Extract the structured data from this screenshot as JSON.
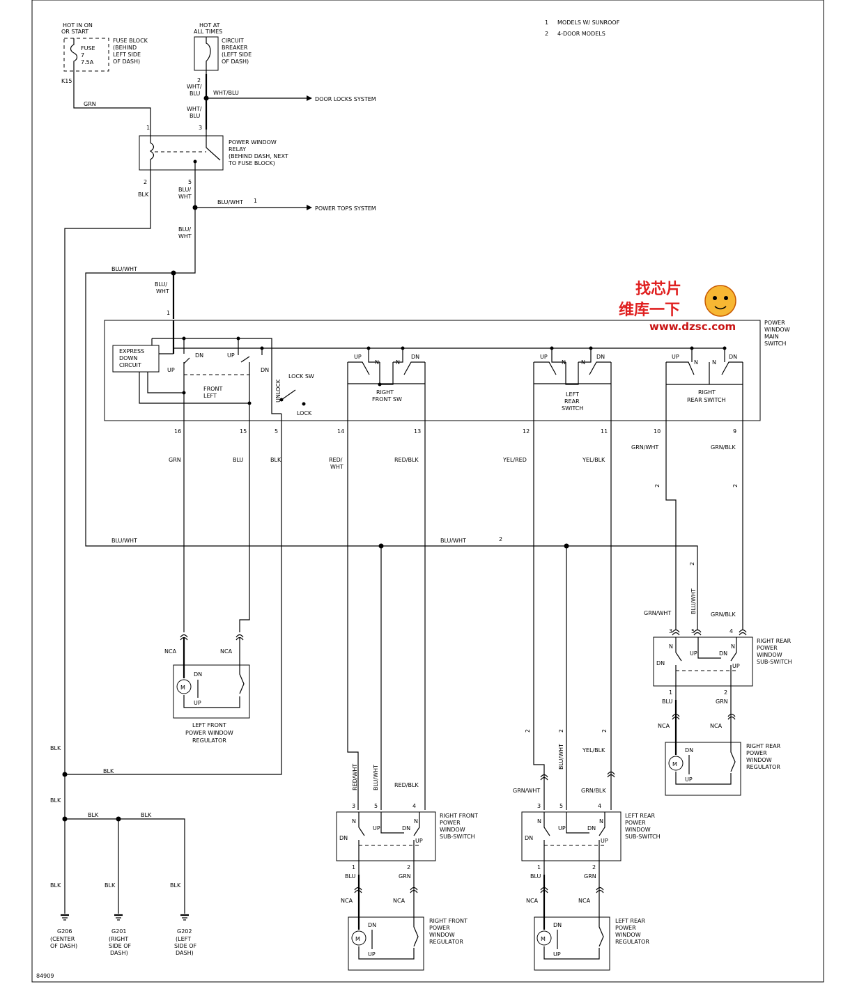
{
  "notes": {
    "n1_num": "1",
    "n1_text": "MODELS W/ SUNROOF",
    "n2_num": "2",
    "n2_text": "4-DOOR MODELS"
  },
  "fuse": {
    "hot1": "HOT IN ON",
    "hot2": "OR START",
    "label": "FUSE",
    "number": "7",
    "rating": "7.5A",
    "desc": [
      "FUSE BLOCK",
      "(BEHIND",
      "LEFT SIDE",
      "OF DASH)"
    ],
    "pin": "K15"
  },
  "breaker": {
    "hot1": "HOT AT",
    "hot2": "ALL TIMES",
    "desc": [
      "CIRCUIT",
      "BREAKER",
      "(LEFT SIDE",
      "OF DASH)"
    ]
  },
  "relay": {
    "desc": [
      "POWER WINDOW",
      "RELAY",
      "(BEHIND DASH, NEXT",
      "TO FUSE BLOCK)"
    ],
    "pins": [
      "1",
      "3",
      "2",
      "5"
    ]
  },
  "systems": {
    "door_locks": "DOOR LOCKS SYSTEM",
    "power_tops": "POWER TOPS SYSTEM"
  },
  "wire_labels": {
    "grn": "GRN",
    "blk": "BLK",
    "blu": "BLU",
    "wht_blu_a": "WHT/",
    "wht_blu_b": "BLU",
    "wht_blu": "WHT/BLU",
    "blu_wht_a": "BLU/",
    "blu_wht_b": "WHT",
    "blu_wht": "BLU/WHT",
    "red_wht_a": "RED/",
    "red_wht_b": "WHT",
    "red_wht": "RED/WHT",
    "red_blk": "RED/BLK",
    "yel_red": "YEL/RED",
    "yel_blk": "YEL/BLK",
    "grn_wht": "GRN/WHT",
    "grn_blk": "GRN/BLK",
    "note1": "1",
    "note2": "2"
  },
  "main_switch": {
    "desc": [
      "POWER",
      "WINDOW",
      "MAIN",
      "SWITCH"
    ],
    "express": [
      "EXPRESS",
      "DOWN",
      "CIRCUIT"
    ],
    "front_left": [
      "FRONT",
      "LEFT"
    ],
    "right_front": [
      "RIGHT",
      "FRONT SW"
    ],
    "left_rear": [
      "LEFT",
      "REAR",
      "SWITCH"
    ],
    "right_rear": [
      "RIGHT",
      "REAR SWITCH"
    ],
    "lock_sw": "LOCK SW",
    "unlock": "UNLOCK",
    "lock": "LOCK",
    "up": "UP",
    "dn": "DN",
    "n": "N",
    "pins": [
      "1",
      "16",
      "15",
      "5",
      "14",
      "13",
      "12",
      "11",
      "10",
      "9"
    ]
  },
  "lf_regulator": {
    "desc": [
      "LEFT FRONT",
      "POWER WINDOW",
      "REGULATOR"
    ],
    "nca": "NCA",
    "m": "M"
  },
  "rf_sub": {
    "desc": [
      "RIGHT FRONT",
      "POWER",
      "WINDOW",
      "SUB-SWITCH"
    ],
    "pins": [
      "3",
      "5",
      "4",
      "1",
      "2"
    ]
  },
  "lr_sub": {
    "desc": [
      "LEFT REAR",
      "POWER",
      "WINDOW",
      "SUB-SWITCH"
    ],
    "pins": [
      "3",
      "5",
      "4",
      "1",
      "2"
    ]
  },
  "rr_sub": {
    "desc": [
      "RIGHT REAR",
      "POWER",
      "WINDOW",
      "SUB-SWITCH"
    ],
    "pins": [
      "3",
      "5",
      "4",
      "1",
      "2"
    ]
  },
  "rf_regulator": {
    "desc": [
      "RIGHT FRONT",
      "POWER",
      "WINDOW",
      "REGULATOR"
    ]
  },
  "lr_regulator": {
    "desc": [
      "LEFT REAR",
      "POWER",
      "WINDOW",
      "REGULATOR"
    ]
  },
  "rr_regulator": {
    "desc": [
      "RIGHT REAR",
      "POWER",
      "WINDOW",
      "REGULATOR"
    ]
  },
  "grounds": {
    "g206": [
      "G206",
      "(CENTER",
      "OF DASH)"
    ],
    "g201": [
      "G201",
      "(RIGHT",
      "SIDE OF",
      "DASH)"
    ],
    "g202": [
      "G202",
      "(LEFT",
      "SIDE OF",
      "DASH)"
    ]
  },
  "figure_id": "84909",
  "watermark": {
    "top": "找芯片",
    "cn": "维库一下",
    "url": "www.dzsc.com"
  }
}
